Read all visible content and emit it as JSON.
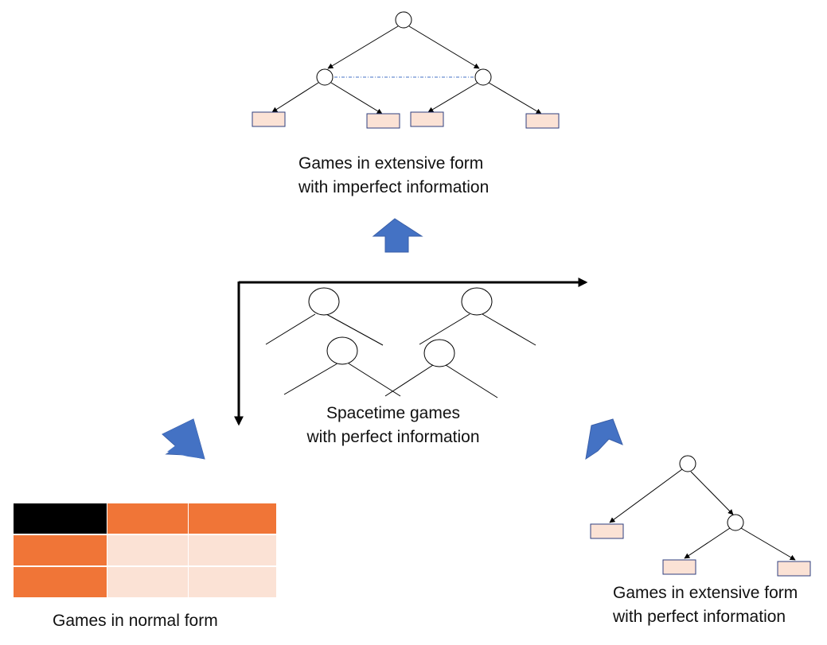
{
  "captions": {
    "extensive_imperfect": {
      "line1": "Games in extensive form",
      "line2": "with imperfect information"
    },
    "spacetime": {
      "line1": "Spacetime games",
      "line2": "with perfect information"
    },
    "extensive_perfect": {
      "line1": "Games in extensive form",
      "line2": "with perfect information"
    },
    "normal_form": {
      "line1": "Games in normal form"
    }
  },
  "colors": {
    "arrow_blue": "#4472c4",
    "leaf_fill": "#fbe2d5",
    "leaf_stroke": "#2f3f7f",
    "info_set_dash": "#4472c4",
    "table_dark": "#000000",
    "table_orange": "#f07537",
    "table_light": "#fbe2d5"
  }
}
